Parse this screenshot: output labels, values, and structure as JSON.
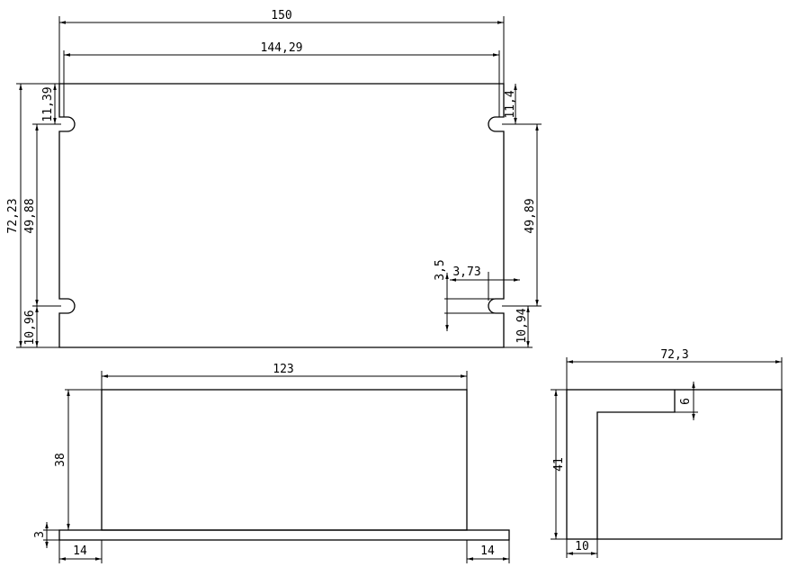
{
  "front_view": {
    "overall_width": "150",
    "slot_spacing_width": "144,29",
    "overall_height": "72,23",
    "left_top_offset": "11,39",
    "right_top_offset": "11,4",
    "left_slot_spacing": "49,88",
    "right_slot_spacing": "49,89",
    "left_bottom_offset": "10,96",
    "right_bottom_offset": "10,94",
    "slot_width": "3,5",
    "slot_depth": "3,73"
  },
  "top_view": {
    "inner_width": "123",
    "height": "38",
    "base_thickness": "3",
    "left_flange": "14",
    "right_flange": "14"
  },
  "side_view": {
    "width": "72,3",
    "height": "41",
    "notch_depth": "6",
    "wall_thickness": "10"
  }
}
